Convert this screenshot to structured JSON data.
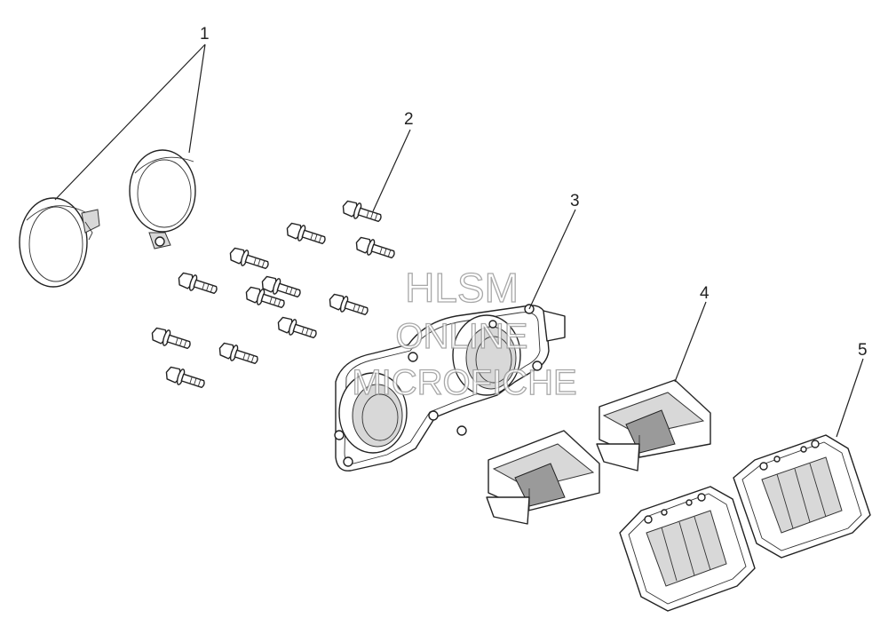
{
  "callouts": [
    "1",
    "2",
    "3",
    "4",
    "5"
  ],
  "watermark": [
    "HLSM",
    "ONLINE",
    "MICROFICHE"
  ],
  "colors": {
    "line": "#222222",
    "shade": "#d8d8d8",
    "watermark_stroke": "#9a9a9a"
  }
}
